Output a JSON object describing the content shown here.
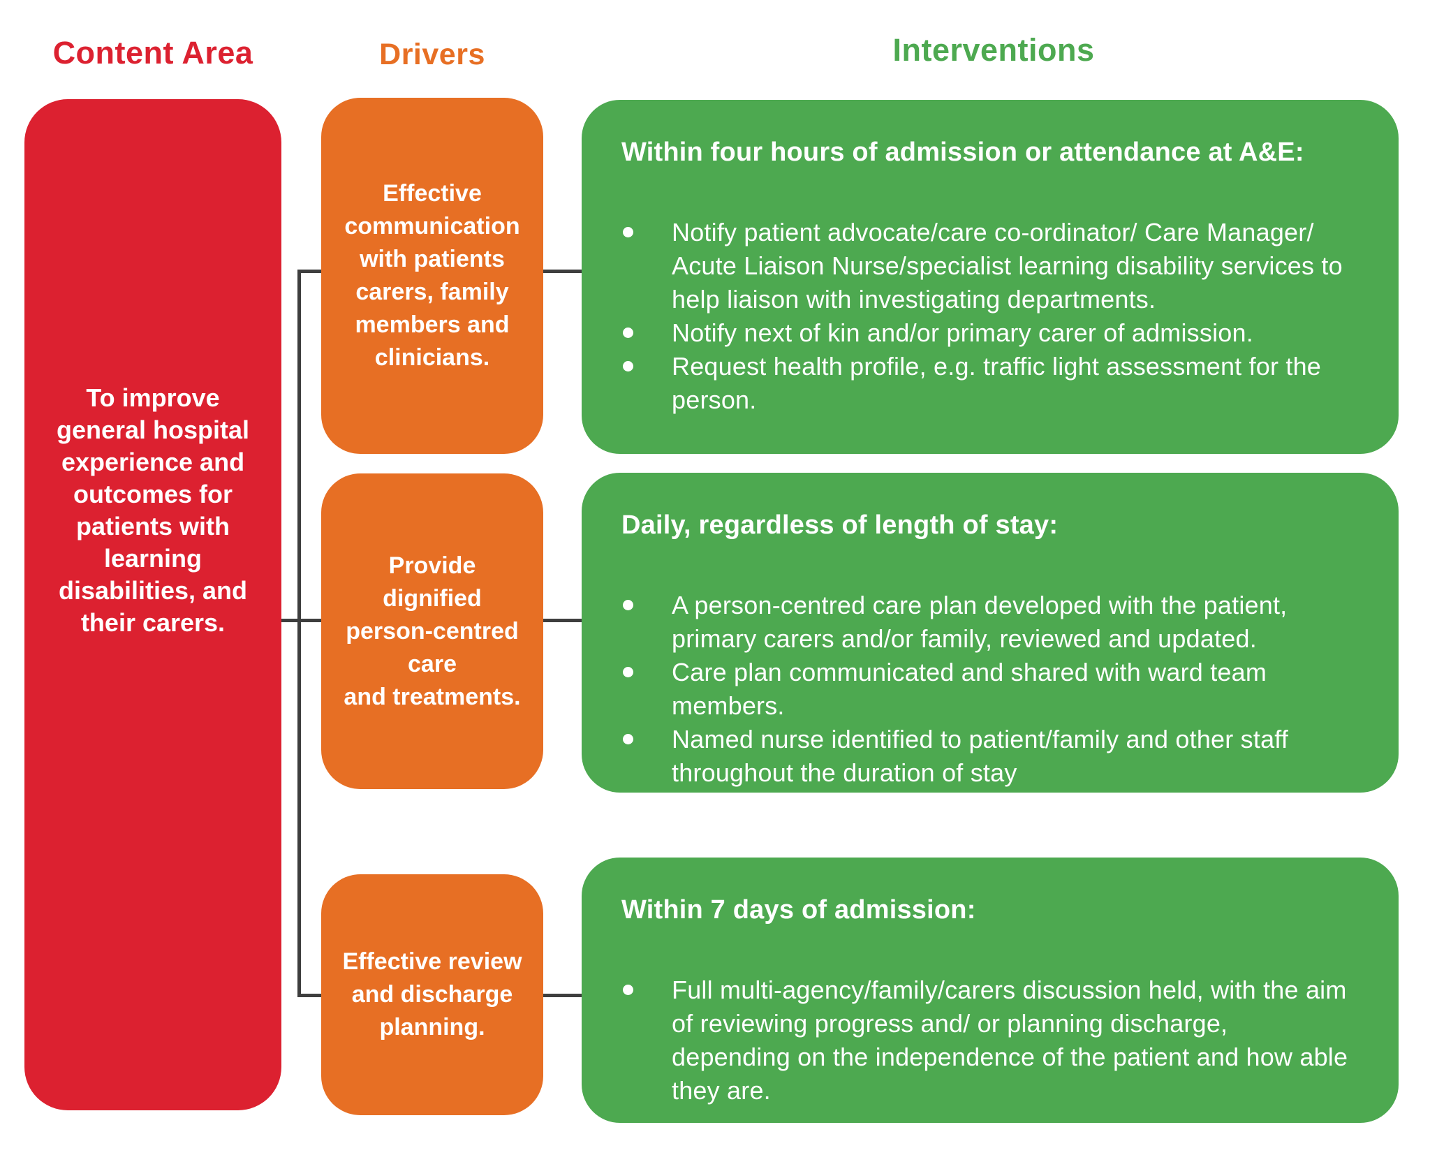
{
  "header": {
    "content_area_label": "Content Area",
    "drivers_label": "Drivers",
    "interventions_label": "Interventions"
  },
  "colors": {
    "red": "#DC2130",
    "orange": "#E76F24",
    "green": "#4DA950",
    "connector": "#3E3E3E",
    "text_on_color": "#FFFFFF"
  },
  "content_area": {
    "goal_text": "To improve\ngeneral hospital\nexperience and\noutcomes for\npatients with\nlearning\ndisabilities, and\ntheir carers."
  },
  "drivers": [
    {
      "text": "Effective\ncommunication\nwith patients\ncarers, family\nmembers and\nclinicians."
    },
    {
      "text": "Provide\ndignified\nperson-centred\ncare\nand treatments."
    },
    {
      "text": "Effective review\nand discharge\nplanning."
    }
  ],
  "interventions": [
    {
      "heading": "Within four hours of admission or attendance at A&E:",
      "bullets": [
        "Notify patient advocate/care co-ordinator/ Care Manager/ Acute Liaison Nurse/specialist learning disability services to help liaison with investigating departments.",
        "Notify next of kin and/or primary carer of admission.",
        "Request health profile, e.g. traffic light assessment for the person."
      ]
    },
    {
      "heading": "Daily, regardless of length of stay:",
      "bullets": [
        "A person-centred care plan developed with the patient, primary carers and/or family, reviewed and updated.",
        "Care plan communicated and shared with ward team members.",
        "Named nurse identified to patient/family and other staff throughout the duration of stay"
      ]
    },
    {
      "heading": "Within 7 days of admission:",
      "bullets": [
        "Full multi-agency/family/carers discussion held, with the aim of reviewing progress and/ or planning discharge, depending on the independence of the patient and how able they are."
      ]
    }
  ]
}
